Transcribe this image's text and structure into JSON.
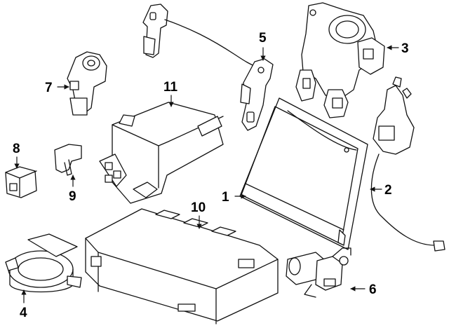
{
  "diagram": {
    "line_color": "#111111",
    "fill_color": "#ffffff",
    "callouts": [
      {
        "id": "1",
        "label": "1"
      },
      {
        "id": "2",
        "label": "2"
      },
      {
        "id": "3",
        "label": "3"
      },
      {
        "id": "4",
        "label": "4"
      },
      {
        "id": "5",
        "label": "5"
      },
      {
        "id": "6",
        "label": "6"
      },
      {
        "id": "7",
        "label": "7"
      },
      {
        "id": "8",
        "label": "8"
      },
      {
        "id": "9",
        "label": "9"
      },
      {
        "id": "10",
        "label": "10"
      },
      {
        "id": "11",
        "label": "11"
      }
    ]
  }
}
